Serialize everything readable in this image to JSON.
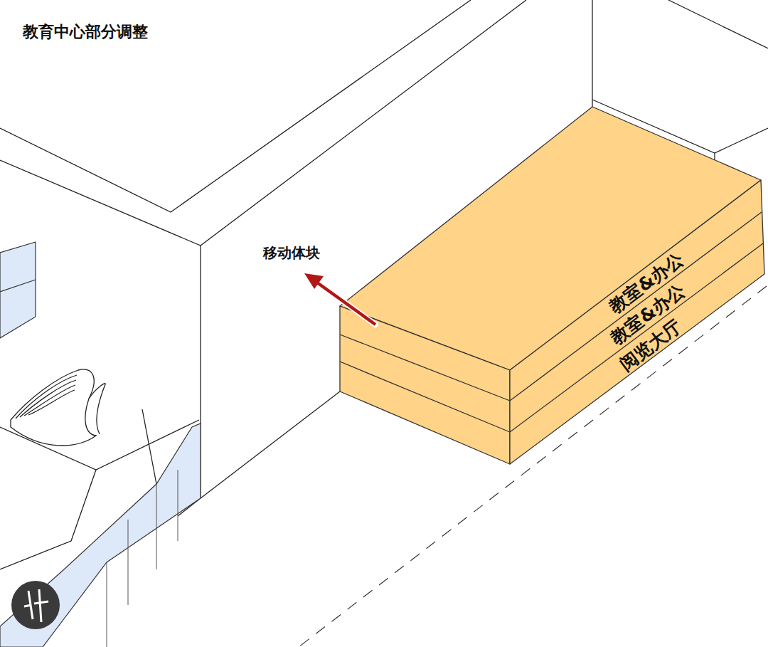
{
  "diagram": {
    "title": "教育中心部分调整",
    "nodes": [
      {
        "text": [
          "教室&办公"
        ]
      },
      {
        "text": [
          "教室&办公"
        ]
      },
      {
        "text": [
          "阅览大厅"
        ]
      }
    ],
    "labels": [
      "移动体块"
    ]
  }
}
